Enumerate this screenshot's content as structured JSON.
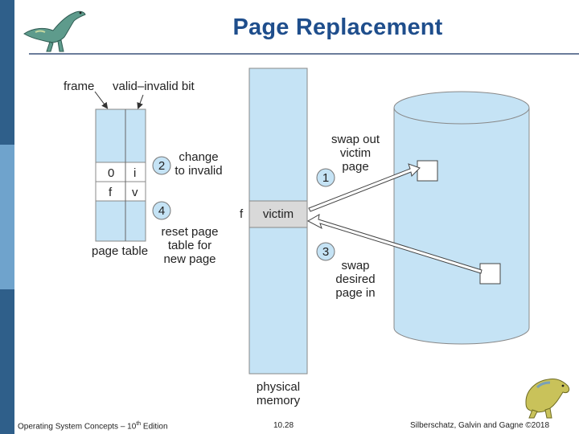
{
  "slide": {
    "title": "Page Replacement",
    "footer_left": "Operating System Concepts – 10",
    "footer_left_sup": "th",
    "footer_left_tail": " Edition",
    "footer_center": "10.28",
    "footer_right": "Silberschatz, Galvin and Gagne ©2018"
  },
  "diagram": {
    "label_frame": "frame",
    "label_valid_invalid_bit": "valid–invalid bit",
    "page_table_frame_0": "0",
    "page_table_bit_0": "i",
    "page_table_frame_f": "f",
    "page_table_bit_v": "v",
    "label_page_table": "page table",
    "step_1": "1",
    "step_2": "2",
    "step_3": "3",
    "step_4": "4",
    "step2_text_line1": "change",
    "step2_text_line2": "to invalid",
    "step4_text_line1": "reset page",
    "step4_text_line2": "table for",
    "step4_text_line3": "new page",
    "step1_text_line1": "swap out",
    "step1_text_line2": "victim",
    "step1_text_line3": "page",
    "step3_text_line1": "swap",
    "step3_text_line2": "desired",
    "step3_text_line3": "page in",
    "frame_f_label": "f",
    "victim_label": "victim",
    "physical_memory_line1": "physical",
    "physical_memory_line2": "memory"
  },
  "colors": {
    "light_blue": "#c5e3f5",
    "title_blue": "#1f4e8c",
    "left_bar": "#2f5f8a",
    "victim_gray": "#d9d9d9"
  }
}
